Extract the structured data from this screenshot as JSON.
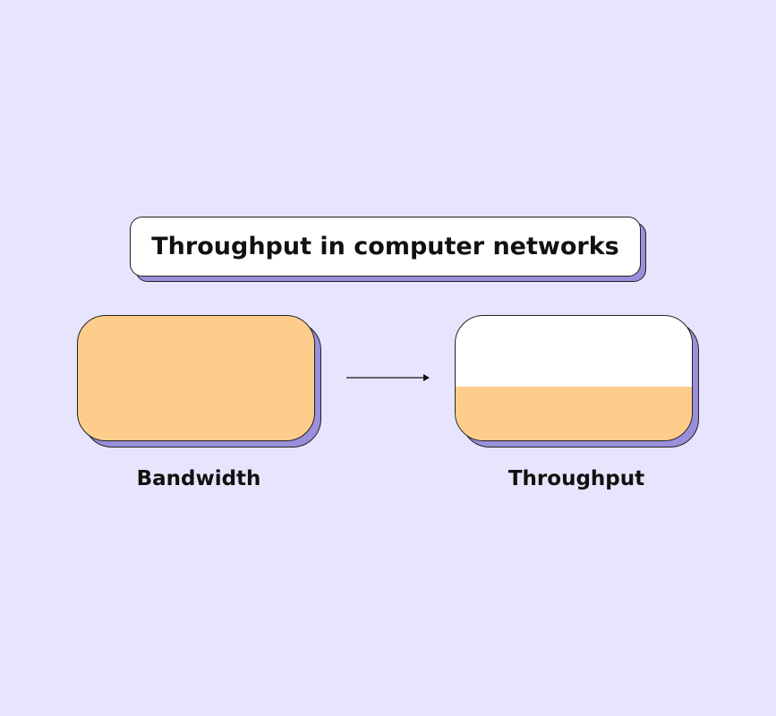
{
  "title": "Throughput in computer networks",
  "bandwidth": {
    "label": "Bandwidth",
    "fill_fraction": 1.0
  },
  "throughput": {
    "label": "Throughput",
    "fill_fraction": 0.43
  },
  "colors": {
    "background": "#e7e5fd",
    "fill": "#fecd8c",
    "shadow": "#9a8fdb"
  }
}
